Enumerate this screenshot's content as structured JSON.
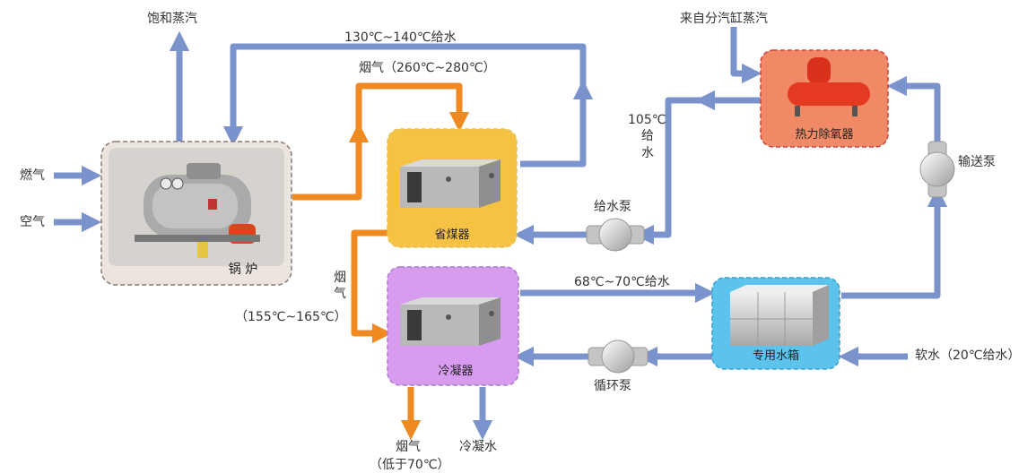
{
  "nodes": {
    "boiler": "锅 炉",
    "economizer": "省煤器",
    "condenser": "冷凝器",
    "deaerator": "热力除氧器",
    "water_tank": "专用水箱",
    "feed_pump": "给水泵",
    "circ_pump": "循环泵",
    "transfer_pump": "输送泵"
  },
  "labels": {
    "saturated_steam": "饱和蒸汽",
    "feedwater_130": "130℃~140℃给水",
    "flue_260": "烟气（260℃~280℃）",
    "gas": "燃气",
    "air": "空气",
    "flue_vertical_1": "烟",
    "flue_vertical_2": "气",
    "flue_155": "（155℃~165℃）",
    "from_steam_header": "来自分汽缸蒸汽",
    "feedwater_105_1": "105℃",
    "feedwater_105_2": "给",
    "feedwater_105_3": "水",
    "feedwater_68": "68℃~70℃给水",
    "soft_water": "软水（20℃给水）",
    "flue_out": "烟气",
    "flue_out_temp": "（低于70℃）",
    "condensate": "冷凝水"
  },
  "colors": {
    "water_line": "#7b93cc",
    "flue_line": "#ef8a23",
    "boiler_border": "#8a7a70",
    "economizer_fill": "#f6c244",
    "condenser_fill": "#d79cf0",
    "deaerator_fill": "#f08a66",
    "tank_fill": "#5cc3ec"
  }
}
